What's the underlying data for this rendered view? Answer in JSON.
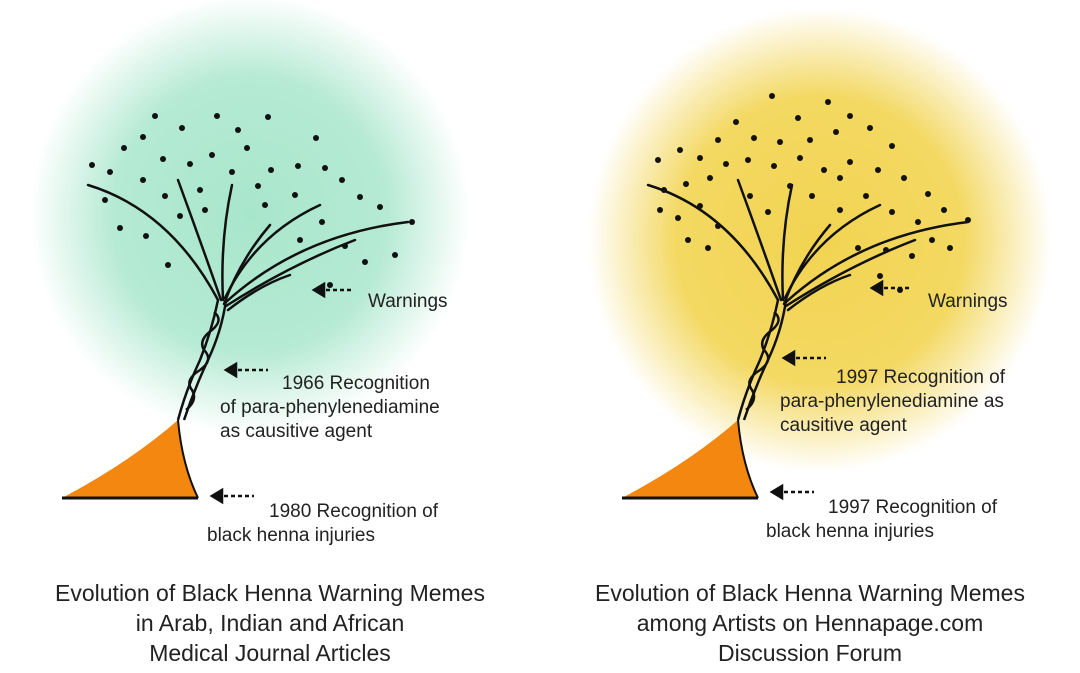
{
  "panels": [
    {
      "glow_color": "#a8e6cc",
      "labels": {
        "warnings": "Warnings",
        "recognition_agent": [
          "1966 Recognition",
          "of para-phenylenediamine",
          "as causitive agent"
        ],
        "recognition_injuries": [
          "1980 Recognition of",
          "black henna injuries"
        ]
      },
      "caption": [
        "Evolution of Black Henna Warning Memes",
        "in Arab, Indian and African",
        "Medical Journal Articles"
      ]
    },
    {
      "glow_color": "#f2d451",
      "labels": {
        "warnings": "Warnings",
        "recognition_agent": [
          "1997 Recognition of",
          "para-phenylenediamine as",
          "causitive agent"
        ],
        "recognition_injuries": [
          "1997 Recognition of",
          "black henna injuries"
        ]
      },
      "caption": [
        "Evolution of Black Henna Warning Memes",
        "among Artists on Hennapage.com",
        "Discussion Forum"
      ]
    }
  ],
  "colors": {
    "ground": "#f3870f",
    "ink": "#111111"
  }
}
